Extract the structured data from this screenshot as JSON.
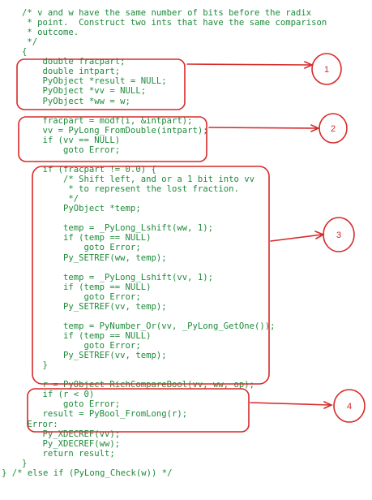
{
  "code": {
    "lines": [
      "/* v and w have the same number of bits before the radix",
      " * point.  Construct two ints that have the same comparison",
      " * outcome.",
      " */",
      "{",
      "    double fracpart;",
      "    double intpart;",
      "    PyObject *result = NULL;",
      "    PyObject *vv = NULL;",
      "    PyObject *ww = w;",
      "",
      "    fracpart = modf(i, &intpart);",
      "    vv = PyLong_FromDouble(intpart);",
      "    if (vv == NULL)",
      "        goto Error;",
      "",
      "    if (fracpart != 0.0) {",
      "        /* Shift left, and or a 1 bit into vv",
      "         * to represent the lost fraction.",
      "         */",
      "        PyObject *temp;",
      "",
      "        temp = _PyLong_Lshift(ww, 1);",
      "        if (temp == NULL)",
      "            goto Error;",
      "        Py_SETREF(ww, temp);",
      "",
      "        temp = _PyLong_Lshift(vv, 1);",
      "        if (temp == NULL)",
      "            goto Error;",
      "        Py_SETREF(vv, temp);",
      "",
      "        temp = PyNumber_Or(vv, _PyLong_GetOne());",
      "        if (temp == NULL)",
      "            goto Error;",
      "        Py_SETREF(vv, temp);",
      "    }",
      "",
      "    r = PyObject_RichCompareBool(vv, ww, op);",
      "    if (r < 0)",
      "        goto Error;",
      "    result = PyBool_FromLong(r);",
      " Error:",
      "    Py_XDECREF(vv);",
      "    Py_XDECREF(ww);",
      "    return result;",
      "}",
      "} /* else if (PyLong_Check(w)) */"
    ]
  },
  "annotations": {
    "labels": [
      "1",
      "2",
      "3",
      "4"
    ],
    "color": "#d62a2a"
  },
  "colors": {
    "code_text": "#1e8a3a",
    "annotation": "#d62a2a",
    "background": "#ffffff"
  }
}
